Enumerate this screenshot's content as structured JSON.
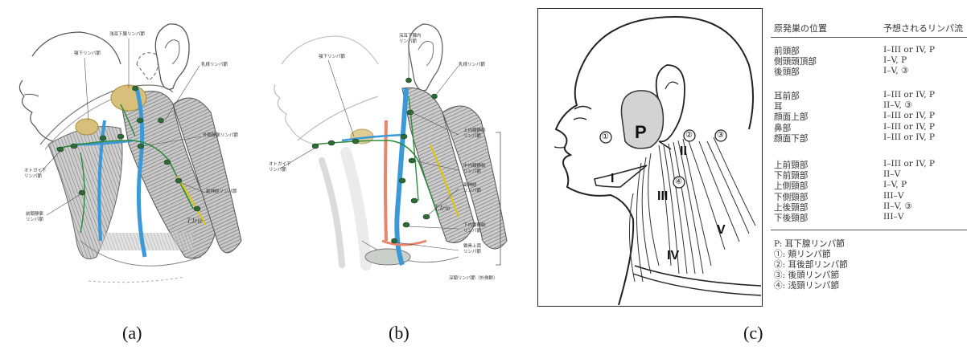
{
  "captions": {
    "a": "(a)",
    "b": "(b)",
    "c": "(c)"
  },
  "panel_a": {
    "labels": {
      "superficial_parotid": "浅耳下腺リンパ節",
      "submandibular": "顎下リンパ節",
      "mastoid": "乳様リンパ節",
      "external_jugular": "外頸静脈リンパ節",
      "accessory": "副神経リンパ節",
      "submental": "オトガイ下\nリンパ節",
      "anterior_jugular": "前頸静脈\nリンパ節"
    }
  },
  "panel_b": {
    "labels": {
      "deep_parotid": "深耳下腺内\nリンパ節",
      "submandibular": "顎下リンパ節",
      "mastoid": "乳様リンパ節",
      "upper_deep_cervical": "上内頸静脈\nリンパ節",
      "submental": "オトガイ下\nリンパ節",
      "middle_deep_cervical": "中内頸静脈\nリンパ節",
      "accessory": "副神経\nリンパ節",
      "lower_deep_cervical": "下内頸静脈\nリンパ節",
      "supraclavicular": "鎖骨上窩\nリンパ節",
      "bracket_note": "深頸リンパ節（外側群）"
    }
  },
  "panel_c": {
    "labels": {
      "P": "P",
      "n1": "①",
      "n2": "②",
      "n3": "③",
      "n4": "④",
      "I": "I",
      "II": "II",
      "III": "III",
      "IV": "IV",
      "V": "V"
    }
  },
  "table": {
    "header_site": "原発巣の位置",
    "header_flow": "予想されるリンパ流",
    "groups": [
      [
        {
          "site": "前頭部",
          "flow": "I–III or IV, P"
        },
        {
          "site": "側頭頭頂部",
          "flow": "I–V, P"
        },
        {
          "site": "後頭部",
          "flow": "I–V, ③"
        }
      ],
      [
        {
          "site": "耳前部",
          "flow": "I–III or IV, P"
        },
        {
          "site": "耳",
          "flow": "II–V, ③"
        },
        {
          "site": "顔面上部",
          "flow": "I–III or IV, P"
        },
        {
          "site": "鼻部",
          "flow": "I–III or IV, P"
        },
        {
          "site": "顔面下部",
          "flow": "I–III or IV, P"
        }
      ],
      [
        {
          "site": "上前頸部",
          "flow": "I–III or IV, P"
        },
        {
          "site": "下前頸部",
          "flow": "II–V"
        },
        {
          "site": "上側頸部",
          "flow": "I–V, P"
        },
        {
          "site": "下側頸部",
          "flow": "III–V"
        },
        {
          "site": "上後頸部",
          "flow": "II–V, ③"
        },
        {
          "site": "下後頸部",
          "flow": "III–V"
        }
      ]
    ],
    "legend": [
      "P: 耳下腺リンパ節",
      "①: 頬リンパ節",
      "②: 耳後部リンパ節",
      "③: 後頭リンパ節",
      "④: 浅頸リンパ節"
    ]
  }
}
